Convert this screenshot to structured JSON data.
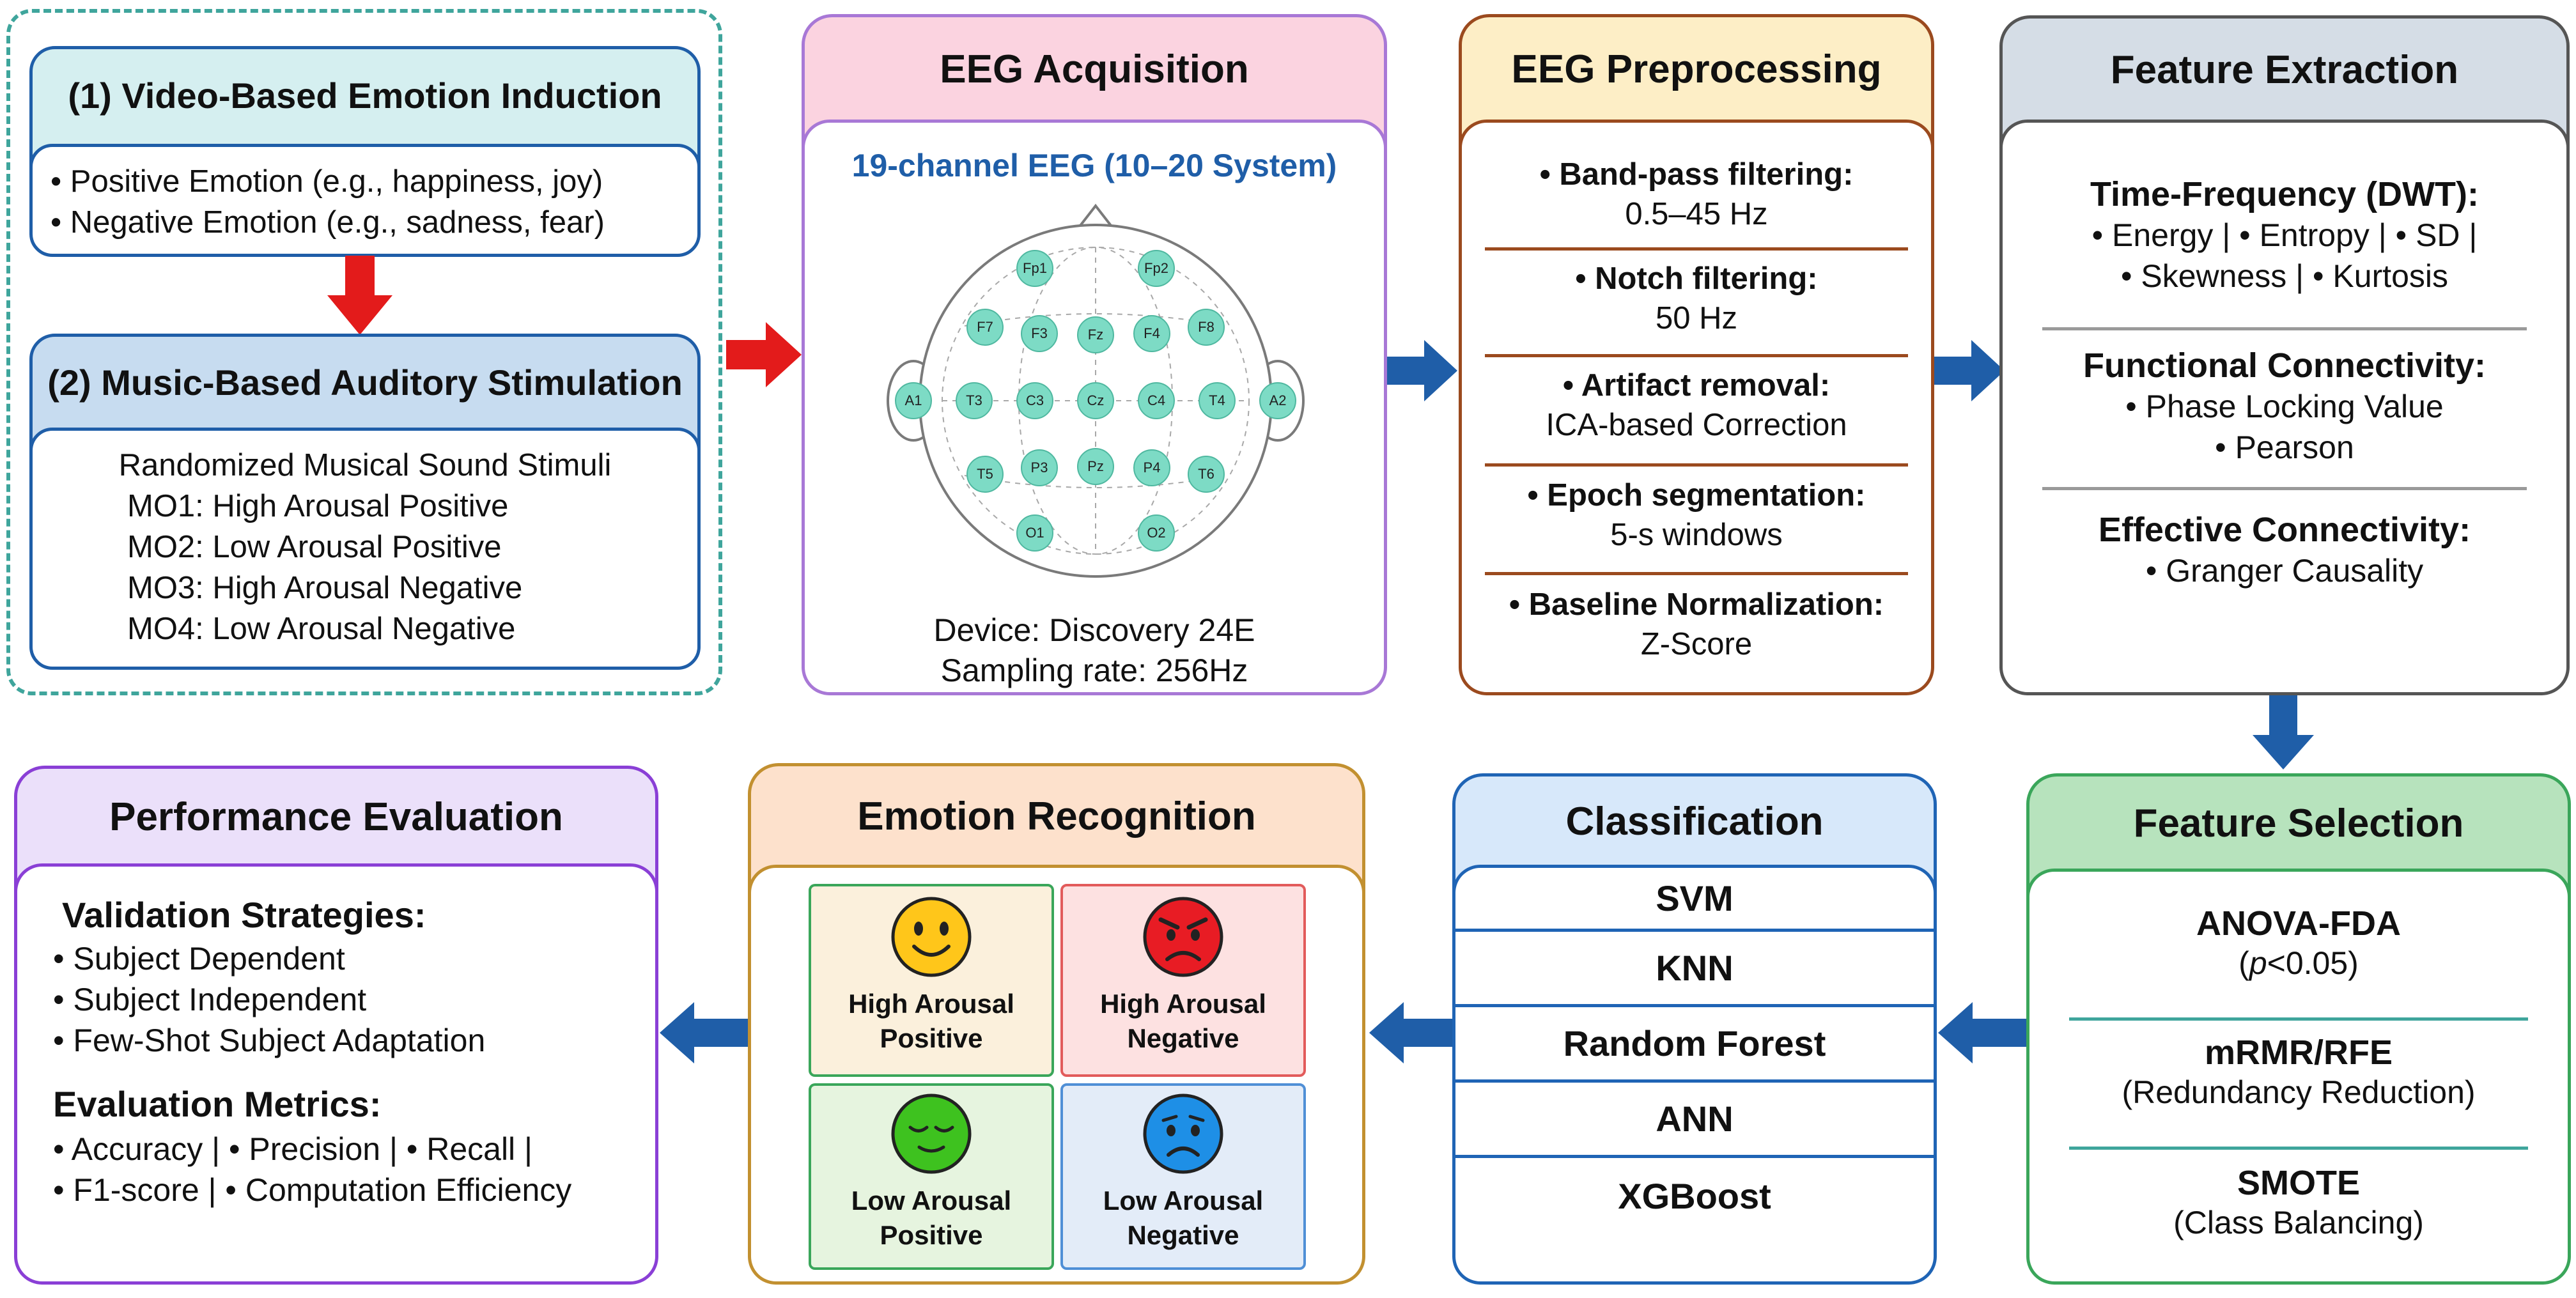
{
  "stimulus": {
    "induction_title": "(1) Video-Based Emotion Induction",
    "induction_items": [
      "• Positive Emotion (e.g., happiness, joy)",
      "• Negative Emotion (e.g., sadness, fear)"
    ],
    "music_title": "(2) Music-Based Auditory Stimulation",
    "music_subtitle": "Randomized Musical Sound Stimuli",
    "music_items": [
      "MO1: High Arousal Positive",
      "MO2: Low Arousal Positive",
      "MO3: High Arousal Negative",
      "MO4: Low Arousal Negative"
    ]
  },
  "acquisition": {
    "title": "EEG Acquisition",
    "subtitle": "19-channel EEG (10–20 System)",
    "electrodes": [
      "Fp1",
      "Fp2",
      "F7",
      "F3",
      "Fz",
      "F4",
      "F8",
      "A1",
      "T3",
      "C3",
      "Cz",
      "C4",
      "T4",
      "A2",
      "T5",
      "P3",
      "Pz",
      "P4",
      "T6",
      "O1",
      "O2"
    ],
    "device": "Device: Discovery 24E",
    "sampling": "Sampling rate: 256Hz"
  },
  "preprocessing": {
    "title": "EEG Preprocessing",
    "steps": [
      {
        "head": "• Band-pass filtering:",
        "detail": "0.5–45 Hz"
      },
      {
        "head": "• Notch filtering:",
        "detail": "50 Hz"
      },
      {
        "head": "• Artifact removal:",
        "detail": "ICA-based Correction"
      },
      {
        "head": "• Epoch segmentation:",
        "detail": "5-s windows"
      },
      {
        "head": "• Baseline Normalization:",
        "detail": "Z-Score"
      }
    ]
  },
  "extraction": {
    "title": "Feature Extraction",
    "tf_head": "Time-Frequency (DWT):",
    "tf_line1": "• Energy | • Entropy | • SD |",
    "tf_line2": "• Skewness | • Kurtosis",
    "fc_head": "Functional Connectivity:",
    "fc_line1": "• Phase Locking Value",
    "fc_line2": "• Pearson",
    "ec_head": "Effective Connectivity:",
    "ec_line1": "• Granger Causality"
  },
  "selection": {
    "title": "Feature Selection",
    "m1_head": "ANOVA-FDA",
    "m1_detail_p": "p",
    "m1_detail_rest": "<0.05)",
    "m1_detail_open": "(",
    "m2_head": "mRMR/RFE",
    "m2_detail": "(Redundancy Reduction)",
    "m3_head": "SMOTE",
    "m3_detail": "(Class Balancing)"
  },
  "classification": {
    "title": "Classification",
    "models": [
      "SVM",
      "KNN",
      "Random Forest",
      "ANN",
      "XGBoost"
    ]
  },
  "recognition": {
    "title": "Emotion Recognition",
    "classes": [
      {
        "line1": "High Arousal",
        "line2": "Positive"
      },
      {
        "line1": "High Arousal",
        "line2": "Negative"
      },
      {
        "line1": "Low Arousal",
        "line2": "Positive"
      },
      {
        "line1": "Low Arousal",
        "line2": "Negative"
      }
    ]
  },
  "evaluation": {
    "title": "Performance Evaluation",
    "val_head": "Validation Strategies:",
    "val_items": [
      "• Subject Dependent",
      "• Subject Independent",
      "• Few-Shot Subject Adaptation"
    ],
    "met_head": "Evaluation Metrics:",
    "met_line1": "• Accuracy | • Precision | • Recall |",
    "met_line2": "• F1-score | • Computation Efficiency"
  },
  "colors": {
    "stimulus_border": "#3fa59c",
    "induction_fill": "#d5eff0",
    "music_fill": "#c7dcf0",
    "box_blue_border": "#1f5ea8",
    "acq_border": "#a878d6",
    "acq_fill": "#fbd3e0",
    "prep_border": "#9b4a1e",
    "prep_fill": "#fdeec6",
    "ext_border": "#555555",
    "ext_fill": "#d5dde6",
    "sel_border": "#3aa65a",
    "sel_fill": "#b7e3bd",
    "cls_border": "#1f64b5",
    "cls_fill": "#d7e8fa",
    "rec_border": "#c29030",
    "rec_fill": "#fde1cc",
    "eval_border": "#8a3fd6",
    "eval_fill": "#ebe0fa",
    "arrow_blue": "#1f5ea8",
    "arrow_red": "#e31b1b",
    "electrode": "#7ddbc5"
  }
}
